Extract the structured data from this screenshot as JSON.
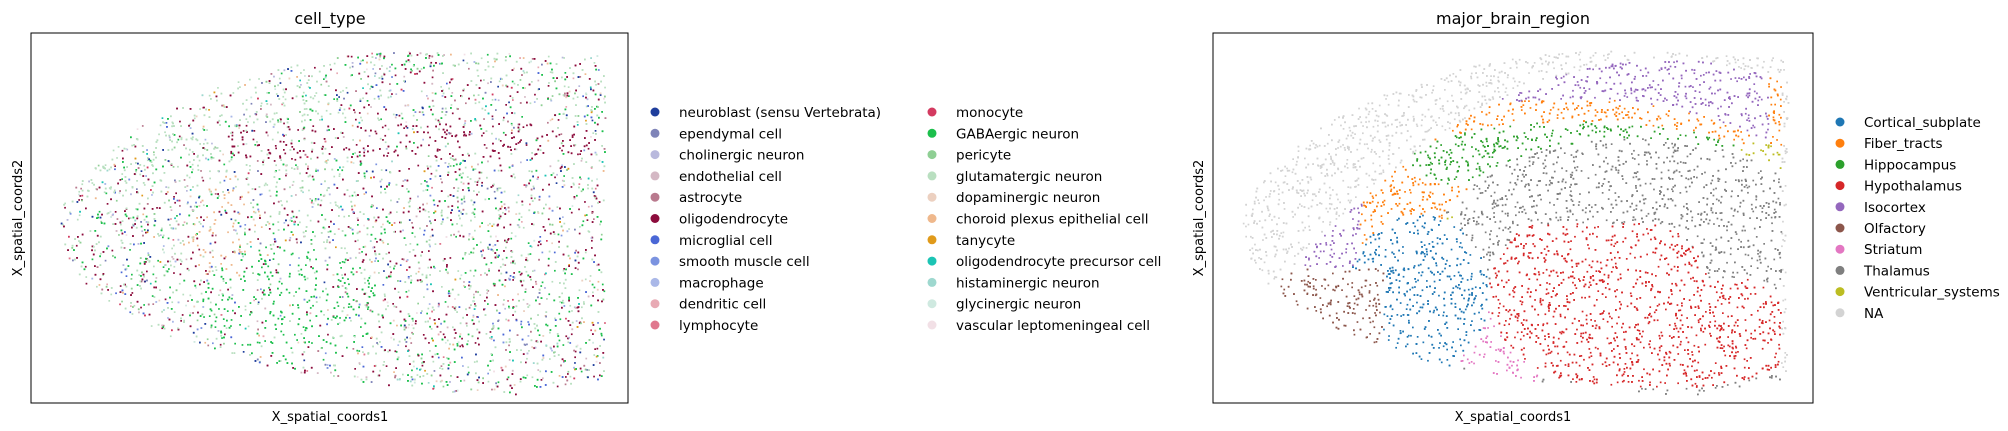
{
  "chart_data": [
    {
      "type": "scatter",
      "title": "cell_type",
      "xlabel": "X_spatial_coords1",
      "ylabel": "X_spatial_coords2",
      "grid": false,
      "legend_position": "right",
      "legend_columns": 2,
      "legend": [
        {
          "name": "neuroblast (sensu Vertebrata)",
          "color": "#1f3e9c"
        },
        {
          "name": "ependymal cell",
          "color": "#7f84b8"
        },
        {
          "name": "cholinergic neuron",
          "color": "#b9b9dd"
        },
        {
          "name": "endothelial cell",
          "color": "#d4b8c4"
        },
        {
          "name": "astrocyte",
          "color": "#b97a8e"
        },
        {
          "name": "oligodendrocyte",
          "color": "#8c0c3c"
        },
        {
          "name": "microglial cell",
          "color": "#4a67d6"
        },
        {
          "name": "smooth muscle cell",
          "color": "#7b93e0"
        },
        {
          "name": "macrophage",
          "color": "#aab8e8"
        },
        {
          "name": "dendritic cell",
          "color": "#e8aab4"
        },
        {
          "name": "lymphocyte",
          "color": "#e0788e"
        },
        {
          "name": "monocyte",
          "color": "#d33a60"
        },
        {
          "name": "GABAergic neuron",
          "color": "#1cbf4c"
        },
        {
          "name": "pericyte",
          "color": "#8fcf94"
        },
        {
          "name": "glutamatergic neuron",
          "color": "#b9dfc0"
        },
        {
          "name": "dopaminergic neuron",
          "color": "#ecd0c0"
        },
        {
          "name": "choroid plexus epithelial cell",
          "color": "#efb88c"
        },
        {
          "name": "tanycyte",
          "color": "#e09a1a"
        },
        {
          "name": "oligodendrocyte precursor cell",
          "color": "#1cc4b4"
        },
        {
          "name": "histaminergic neuron",
          "color": "#9ed8cf"
        },
        {
          "name": "glycinergic neuron",
          "color": "#cfe9e0"
        },
        {
          "name": "vascular leptomeningeal cell",
          "color": "#f2e0e6"
        }
      ]
    },
    {
      "type": "scatter",
      "title": "major_brain_region",
      "xlabel": "X_spatial_coords1",
      "ylabel": "X_spatial_coords2",
      "grid": false,
      "legend_position": "right",
      "legend_columns": 1,
      "legend": [
        {
          "name": "Cortical_subplate",
          "color": "#1f77b4"
        },
        {
          "name": "Fiber_tracts",
          "color": "#ff7f0e"
        },
        {
          "name": "Hippocampus",
          "color": "#2ca02c"
        },
        {
          "name": "Hypothalamus",
          "color": "#d62728"
        },
        {
          "name": "Isocortex",
          "color": "#9467bd"
        },
        {
          "name": "Olfactory",
          "color": "#8c564b"
        },
        {
          "name": "Striatum",
          "color": "#e377c2"
        },
        {
          "name": "Thalamus",
          "color": "#7f7f7f"
        },
        {
          "name": "Ventricular_systems",
          "color": "#bcbd22"
        },
        {
          "name": "NA",
          "color": "#d3d3d3"
        }
      ]
    }
  ]
}
